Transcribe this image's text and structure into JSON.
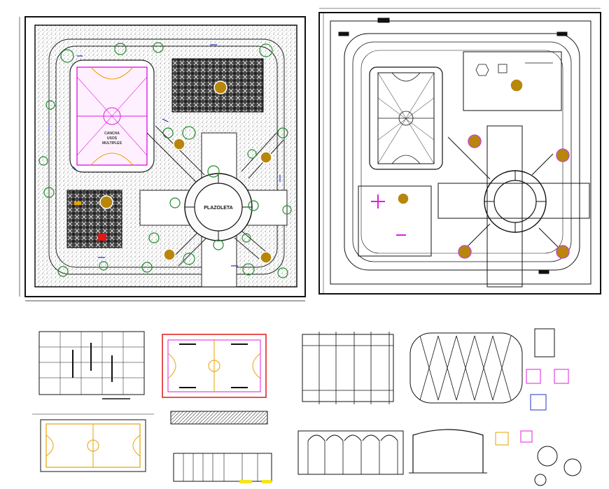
{
  "plan_left": {
    "label_plazoleta": "PLAZOLETA",
    "court_label_lines": [
      "CANCHA",
      "USOS",
      "MULTIPLES"
    ]
  },
  "colors": {
    "linework": "#1a1a1a",
    "court_magenta": "#e21ce2",
    "court_orange": "#e8a200",
    "tree_green": "#1f8a2a",
    "accent_red": "#e01818",
    "accent_blue": "#2233cc",
    "ochre_marker": "#b8860b"
  }
}
